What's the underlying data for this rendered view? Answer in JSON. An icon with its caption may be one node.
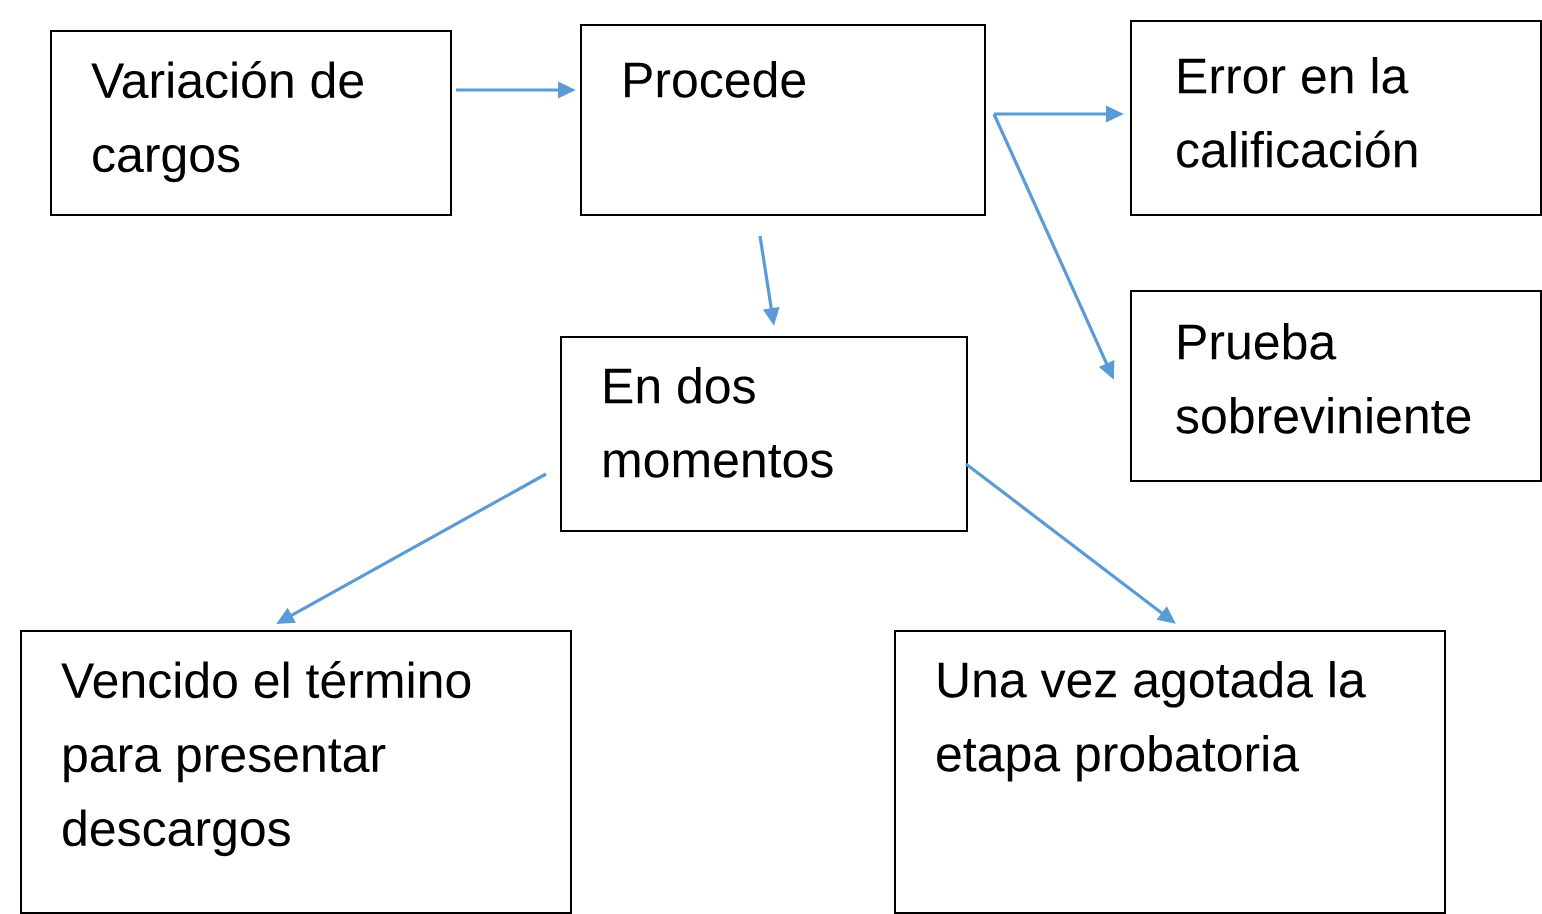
{
  "diagram": {
    "nodes": [
      {
        "text": [
          "Variación de cargos"
        ]
      },
      {
        "text": [
          "Procede"
        ]
      },
      {
        "text": [
          "Error en la calificación"
        ]
      },
      {
        "text": [
          "Prueba sobreviniente"
        ]
      },
      {
        "text": [
          "En dos momentos"
        ]
      },
      {
        "text": [
          "Vencido el término para presentar descargos"
        ]
      },
      {
        "text": [
          "Una vez agotada la etapa probatoria"
        ]
      }
    ],
    "edges": [
      {
        "from": 0,
        "to": 1,
        "arrow": "to"
      },
      {
        "from": 1,
        "to": 2,
        "arrow": "to"
      },
      {
        "from": 1,
        "to": 3,
        "arrow": "to"
      },
      {
        "from": 1,
        "to": 4,
        "arrow": "to"
      },
      {
        "from": 4,
        "to": 5,
        "arrow": "to"
      },
      {
        "from": 4,
        "to": 6,
        "arrow": "to"
      }
    ]
  }
}
